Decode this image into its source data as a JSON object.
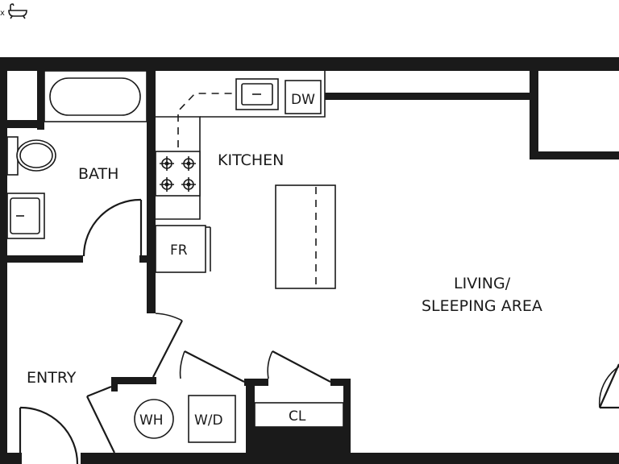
{
  "labels": {
    "bath": "BATH",
    "kitchen": "KITCHEN",
    "living_line1": "LIVING/",
    "living_line2": "SLEEPING AREA",
    "entry": "ENTRY",
    "fridge": "FR",
    "dishwasher": "DW",
    "water_heater": "WH",
    "washer_dryer": "W/D",
    "closet": "CL"
  },
  "legend": {
    "mark": "x",
    "icon": "bathtub-icon"
  },
  "colors": {
    "wall": "#1a1a1a",
    "background": "#ffffff"
  }
}
